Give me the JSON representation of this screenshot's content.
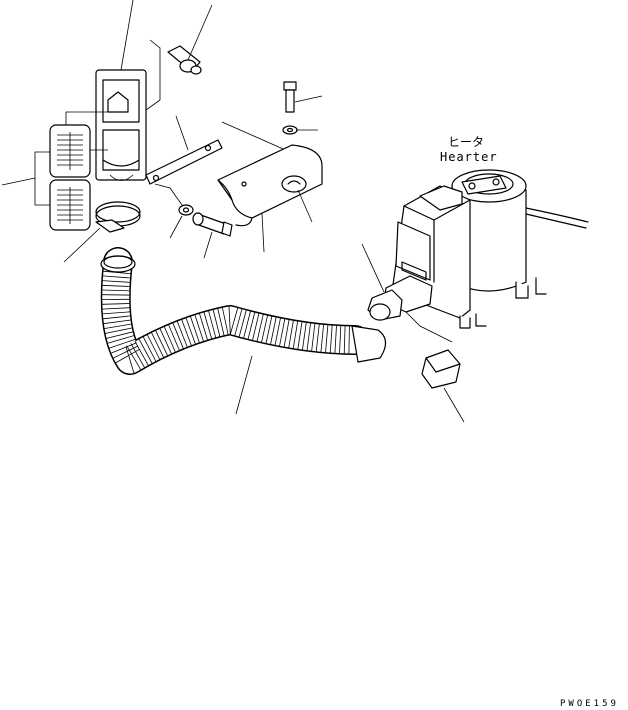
{
  "labels": {
    "heater_jp": "ヒータ",
    "heater_en": "Hearter",
    "drawing_code": "PWOE159"
  }
}
